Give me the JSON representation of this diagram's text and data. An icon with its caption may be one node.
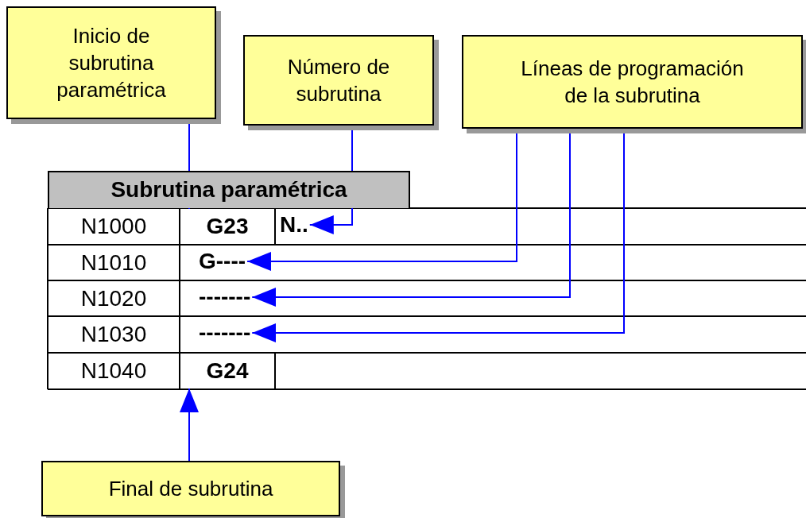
{
  "diagram": {
    "nodes": [
      {
        "text": [
          "Inicio de subrutina paramétrica"
        ]
      },
      {
        "text": [
          "Número de subrutina"
        ]
      },
      {
        "text": [
          "Líneas de programación de la subrutina"
        ]
      },
      {
        "text": [
          "G23"
        ]
      },
      {
        "text": [
          "N.."
        ]
      },
      {
        "text": [
          "G----"
        ]
      },
      {
        "text": [
          "-------"
        ]
      },
      {
        "text": [
          "-------"
        ]
      },
      {
        "text": [
          "G24"
        ]
      },
      {
        "text": [
          "Final de subrutina"
        ]
      }
    ],
    "edges": [
      {
        "from": 0,
        "to": 3,
        "arrow": "to"
      },
      {
        "from": 1,
        "to": 4,
        "arrow": "to"
      },
      {
        "from": 2,
        "to": 5,
        "arrow": "to"
      },
      {
        "from": 2,
        "to": 6,
        "arrow": "to"
      },
      {
        "from": 2,
        "to": 7,
        "arrow": "to"
      },
      {
        "from": 9,
        "to": 8,
        "arrow": "to"
      }
    ],
    "labels": [
      "Subrutina paramétrica",
      "N1000",
      "N1010",
      "N1020",
      "N1030",
      "N1040"
    ]
  }
}
